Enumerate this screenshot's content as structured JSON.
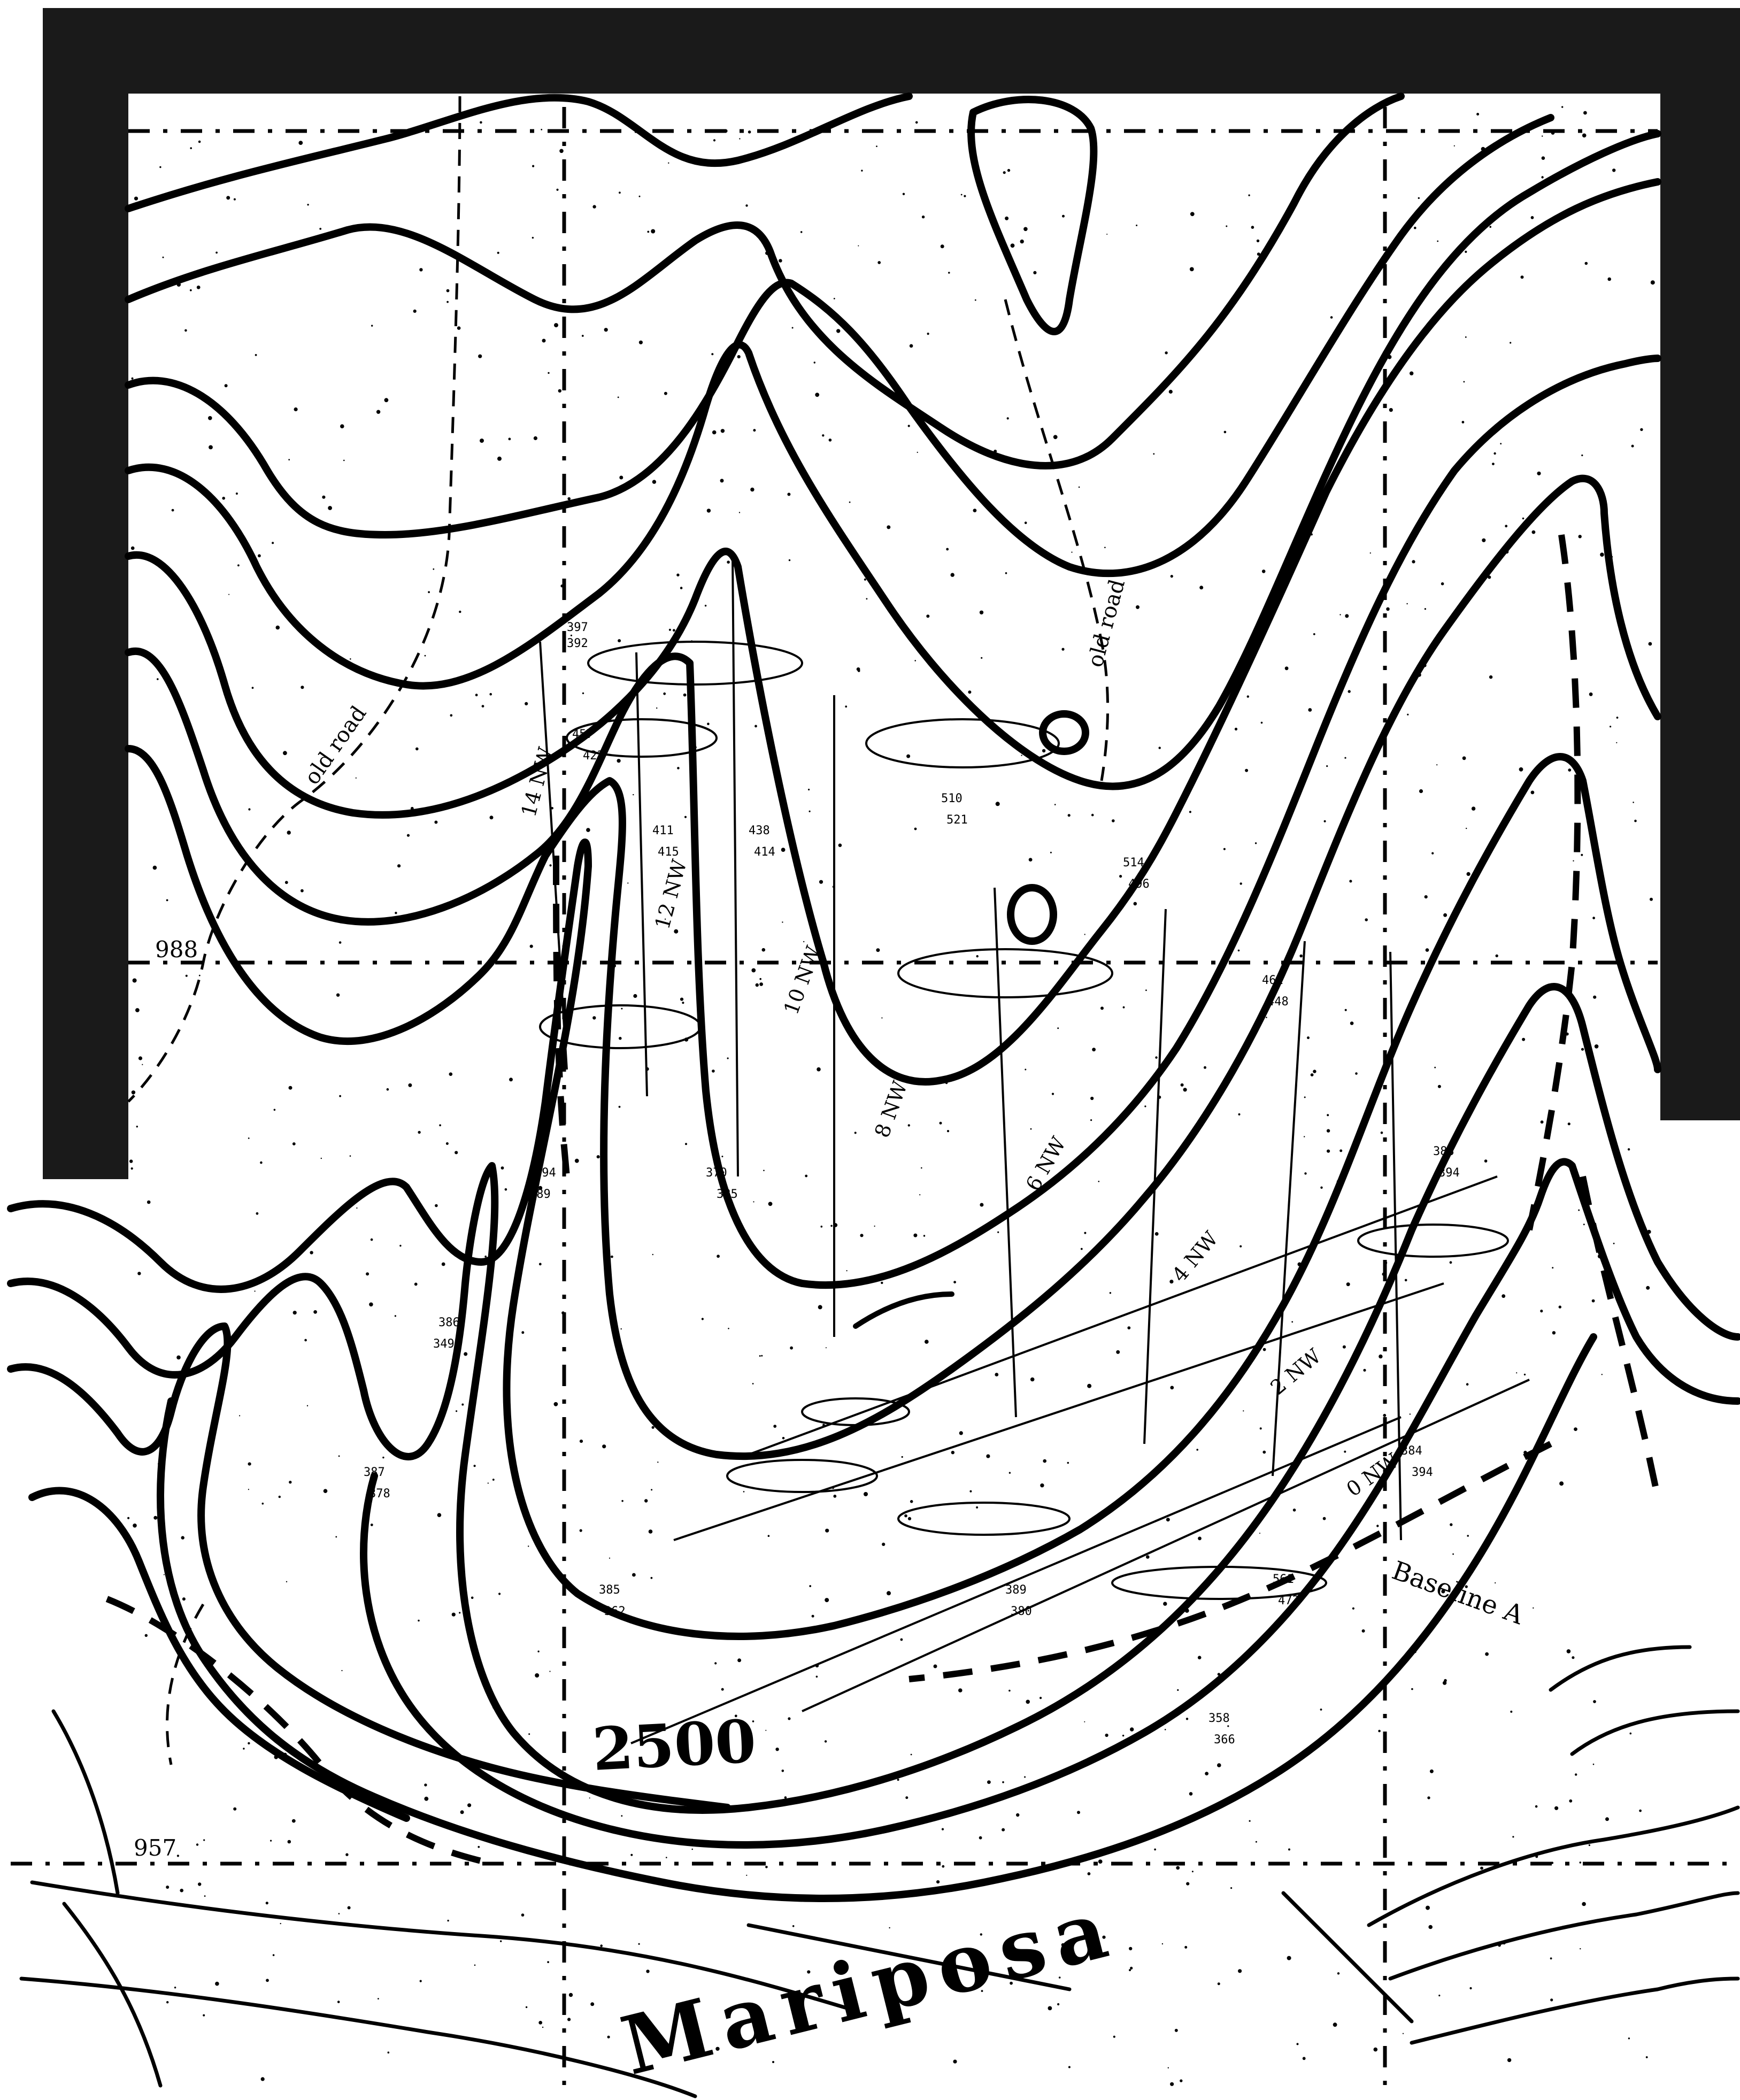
{
  "map": {
    "contour_label": "2500",
    "place_name": "Mariposa",
    "baseline_label": "Baseline A",
    "road_label": "old road",
    "grid_ticks": [
      "988",
      "957"
    ],
    "traverse_labels": [
      "14 NW",
      "12 NW",
      "10 NW",
      "8 NW",
      "6 NW",
      "4 NW",
      "2 NW",
      "0 NW"
    ],
    "colors": {
      "ink": "#000000",
      "paper": "#ffffff",
      "scan_border": "#1a1a1a"
    }
  }
}
